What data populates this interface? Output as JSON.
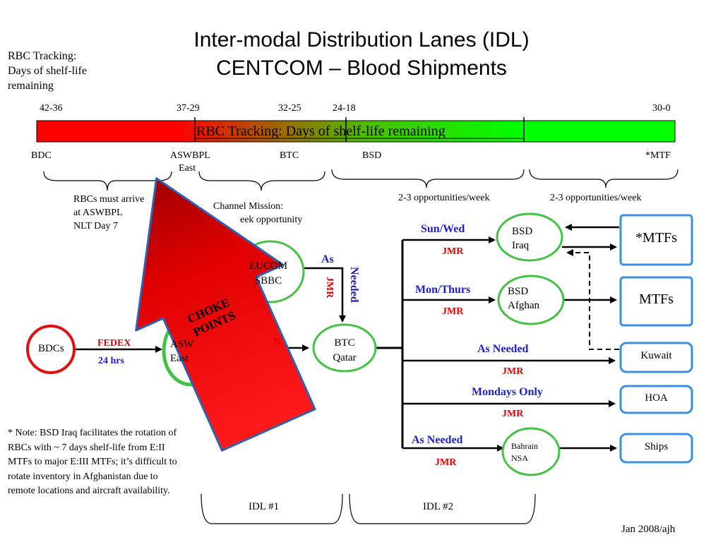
{
  "title": {
    "line1": "Inter-modal Distribution Lanes (IDL)",
    "line2": "CENTCOM – Blood Shipments"
  },
  "legend_label": {
    "line1": "RBC Tracking:",
    "line2": "Days of shelf-life",
    "line3": "remaining"
  },
  "tracking_bar": {
    "label": "RBC Tracking: Days of shelf-life remaining",
    "ticks": [
      "42-36",
      "37-29",
      "32-25",
      "24-18",
      "30-0"
    ],
    "stations": [
      "BDC",
      "ASWBPL",
      "BTC",
      "BSD",
      "*MTF"
    ],
    "station_aswbpl_line2": "East",
    "colors": {
      "start": "#ff0000",
      "end": "#00ff00"
    }
  },
  "bracket_notes": {
    "rbcs_arrive": {
      "line1": "RBCs must arrive",
      "line2": "at ASWBPL",
      "line3": "NLT Day 7"
    },
    "channel_mission": {
      "line1": "Channel Mission:",
      "line2": "eek opportunity"
    },
    "bsd_opps": "2-3 opportunities/week",
    "mtf_opps": "2-3 opportunities/week"
  },
  "nodes": {
    "bdcs": "BDCs",
    "aswbpl": {
      "line1": "ASW",
      "line2": "East"
    },
    "eucom": {
      "line1": "EUCOM",
      "line2": "SBBC"
    },
    "btc": {
      "line1": "BTC",
      "line2": "Qatar"
    },
    "bsd_iraq": {
      "line1": "BSD",
      "line2": "Iraq"
    },
    "bsd_afghan": {
      "line1": "BSD",
      "line2": "Afghan"
    },
    "bahrain": {
      "line1": "Bahrain",
      "line2": "NSA"
    },
    "mtfs_star": "*MTFs",
    "mtfs": "MTFs",
    "kuwait": "Kuwait",
    "hoa": "HOA",
    "ships": "Ships"
  },
  "lane_labels": {
    "fedex": "FEDEX",
    "hrs24": "24 hrs",
    "cut_n": "N",
    "as": "As",
    "needed": "Needed",
    "jmr_vertical": "JMR",
    "sun_wed": "Sun/Wed",
    "mon_thurs": "Mon/Thurs",
    "as_needed_kuwait": "As Needed",
    "mondays_only": "Mondays Only",
    "as_needed_bahrain": "As Needed",
    "jmr": "JMR"
  },
  "choke_points": {
    "line1": "CHOKE",
    "line2": "POINTS"
  },
  "note": "* Note: BSD Iraq facilitates the rotation of RBCs with ~ 7 days shelf-life from E:II MTFs to major E:III MTFs; it’s difficult to rotate inventory in Afghanistan due to remote locations and aircraft availability.",
  "idl_labels": [
    "IDL #1",
    "IDL #2"
  ],
  "footer": "Jan 2008/ajh",
  "colors": {
    "node_green": "#44c244",
    "node_red": "#e01010",
    "box_blue": "#3a8fe0",
    "arrow_red": "#e00000",
    "arrow_edge": "#3060b0",
    "blue_text": "#1f1fc8",
    "red_text": "#e00000"
  }
}
